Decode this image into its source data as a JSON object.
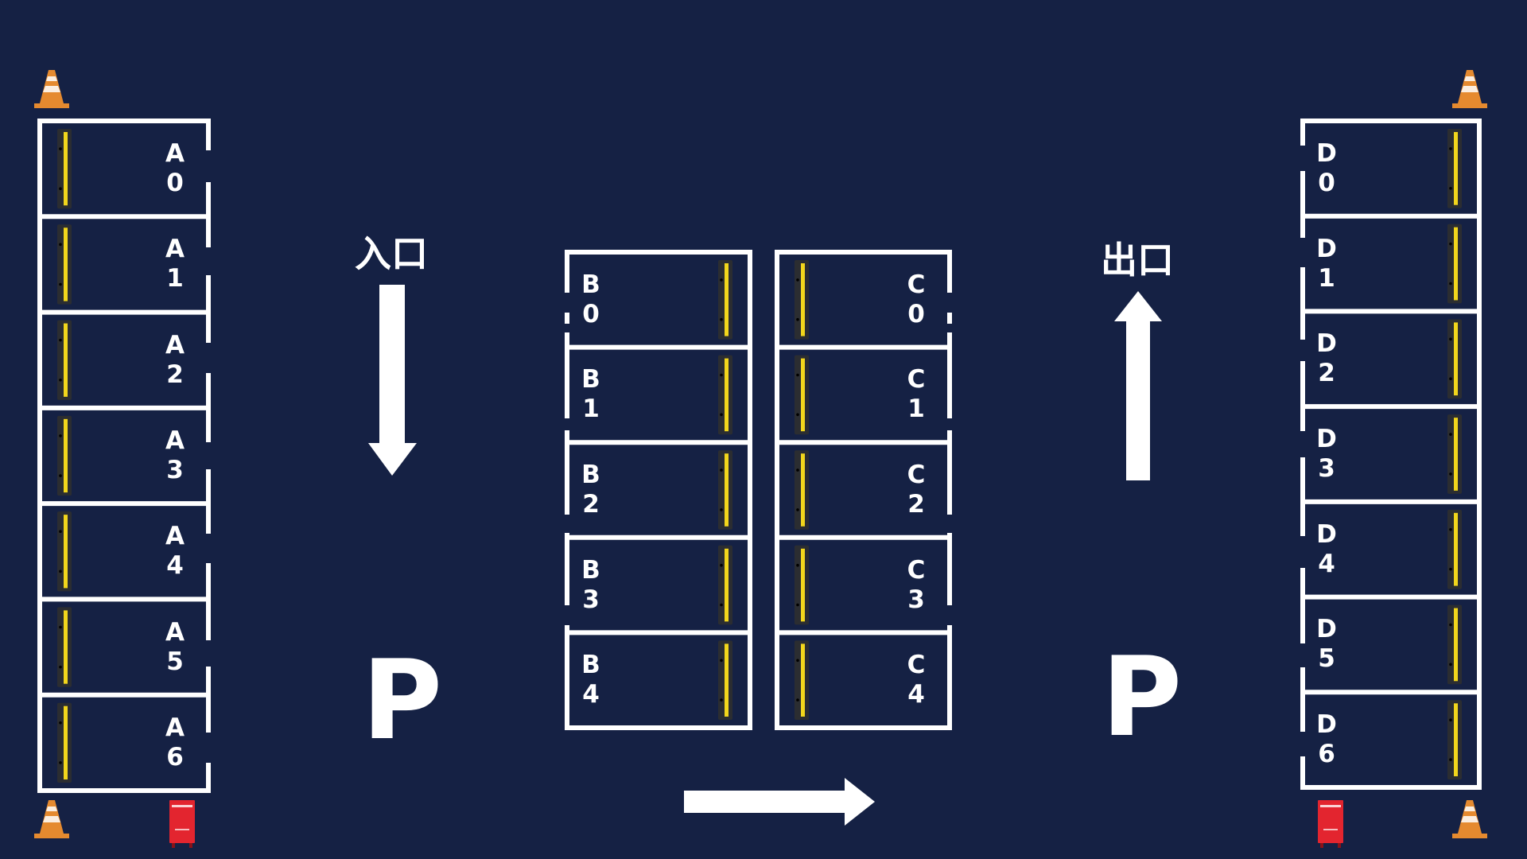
{
  "colors": {
    "background": "#152144",
    "line": "#ffffff",
    "stopper_body": "#2b2d31",
    "stopper_stripe": "#f2d61c",
    "cone": "#e58a2f",
    "extinguisher": "#e3252f"
  },
  "signs": {
    "entrance": "入口",
    "exit": "出口",
    "parking_left": "P",
    "parking_right": "P"
  },
  "zones": [
    {
      "id": "A",
      "open_side": "right",
      "stopper_side": "left",
      "spaces": [
        "A\n0",
        "A\n1",
        "A\n2",
        "A\n3",
        "A\n4",
        "A\n5",
        "A\n6"
      ]
    },
    {
      "id": "B",
      "open_side": "left",
      "stopper_side": "right",
      "spaces": [
        "B\n0",
        "B\n1",
        "B\n2",
        "B\n3",
        "B\n4"
      ]
    },
    {
      "id": "C",
      "open_side": "right",
      "stopper_side": "left",
      "spaces": [
        "C\n0",
        "C\n1",
        "C\n2",
        "C\n3",
        "C\n4"
      ]
    },
    {
      "id": "D",
      "open_side": "left",
      "stopper_side": "right",
      "spaces": [
        "D\n0",
        "D\n1",
        "D\n2",
        "D\n3",
        "D\n4",
        "D\n5",
        "D\n6"
      ]
    }
  ],
  "arrows": [
    {
      "name": "entrance-arrow",
      "direction": "down"
    },
    {
      "name": "exit-arrow",
      "direction": "up"
    },
    {
      "name": "flow-arrow",
      "direction": "right"
    }
  ],
  "icons": [
    "traffic-cone-icon",
    "fire-extinguisher-cabinet-icon"
  ]
}
